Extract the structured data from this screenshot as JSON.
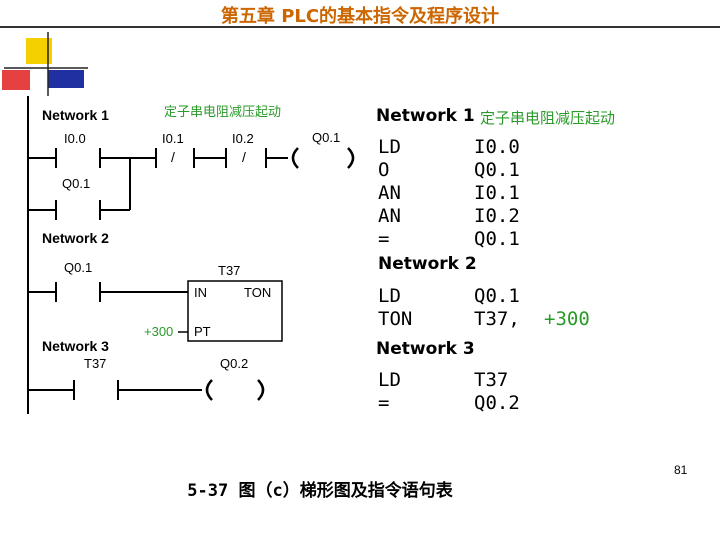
{
  "slide": {
    "title": "第五章  PLC的基本指令及程序设计",
    "page_number": "81",
    "caption": "5-37 图（c）梯形图及指令语句表"
  },
  "ladder": {
    "net1": {
      "label": "Network 1",
      "comment": "定子串电阻减压起动",
      "c1": "I0.0",
      "c2": "Q0.1",
      "c3": "I0.1",
      "c4": "I0.2",
      "coil": "Q0.1",
      "neg3": "/",
      "neg4": "/"
    },
    "net2": {
      "label": "Network 2",
      "c1": "Q0.1",
      "timer": "T37",
      "in": "IN",
      "ton": "TON",
      "preset": "+300",
      "pt": "PT"
    },
    "net3": {
      "label": "Network 3",
      "c1": "T37",
      "coil": "Q0.2"
    }
  },
  "il": {
    "net1": {
      "label": "Network 1",
      "comment": "定子串电阻减压起动",
      "rows": [
        {
          "op": "LD",
          "arg": "I0.0"
        },
        {
          "op": "O",
          "arg": "Q0.1"
        },
        {
          "op": "AN",
          "arg": "I0.1"
        },
        {
          "op": "AN",
          "arg": "I0.2"
        },
        {
          "op": "=",
          "arg": "Q0.1"
        }
      ]
    },
    "net2": {
      "label": "Network 2",
      "rows": [
        {
          "op": "LD",
          "arg": "Q0.1"
        },
        {
          "op": "TON",
          "arg": "T37,",
          "extra": "+300"
        }
      ]
    },
    "net3": {
      "label": "Network 3",
      "rows": [
        {
          "op": "LD",
          "arg": "T37"
        },
        {
          "op": "=",
          "arg": "Q0.2"
        }
      ]
    }
  },
  "colors": {
    "title": "#cc6600",
    "comment_green": "#2a9a2a",
    "deco_yellow": "#f5d000",
    "deco_red": "#e02020",
    "deco_blue": "#2030a0"
  }
}
